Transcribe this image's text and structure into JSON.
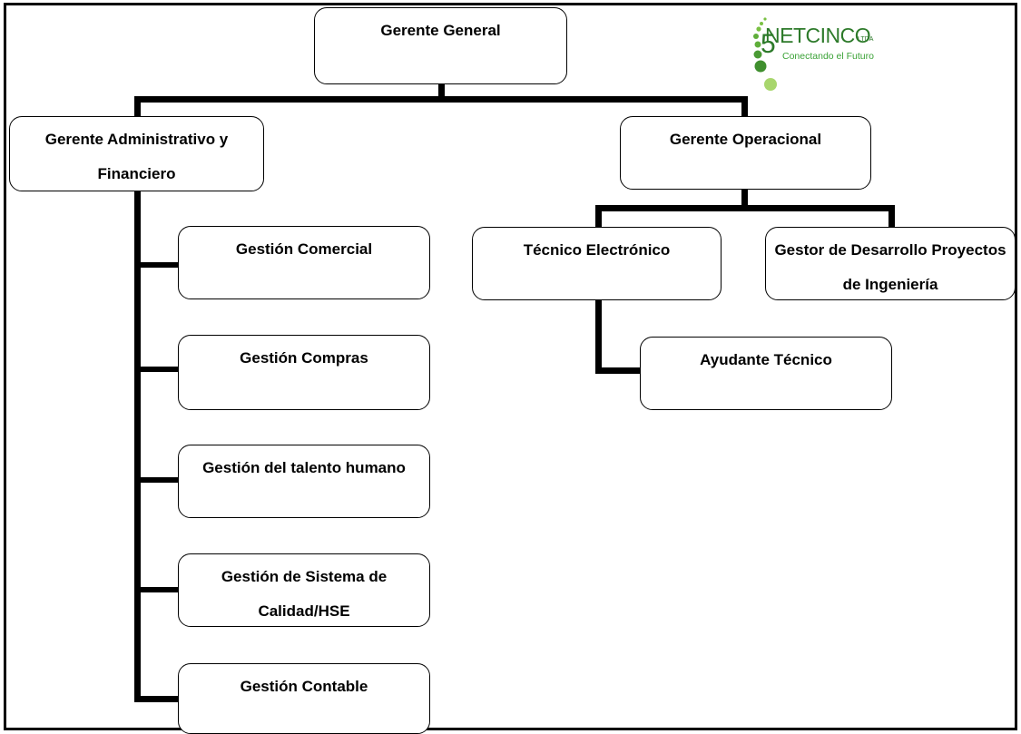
{
  "org_chart": {
    "root": "Gerente General",
    "admin": "Gerente Administrativo y Financiero",
    "operations": "Gerente Operacional",
    "commercial": "Gestión Comercial",
    "purchasing": "Gestión Compras",
    "talent": "Gestión del talento humano",
    "quality": "Gestión de Sistema de Calidad/HSE",
    "accounting": "Gestión Contable",
    "electronics_tech": "Técnico Electrónico",
    "dev_manager": "Gestor de Desarrollo Proyectos de Ingeniería",
    "assistant_tech": "Ayudante Técnico"
  },
  "logo": {
    "digit": "5",
    "name": "NETCINCO",
    "suffix": "LTDA",
    "tagline": "Conectando el Futuro",
    "colors": {
      "primary": "#2d7a2a",
      "accent": "#7ac143",
      "light": "#a8d66d"
    }
  }
}
